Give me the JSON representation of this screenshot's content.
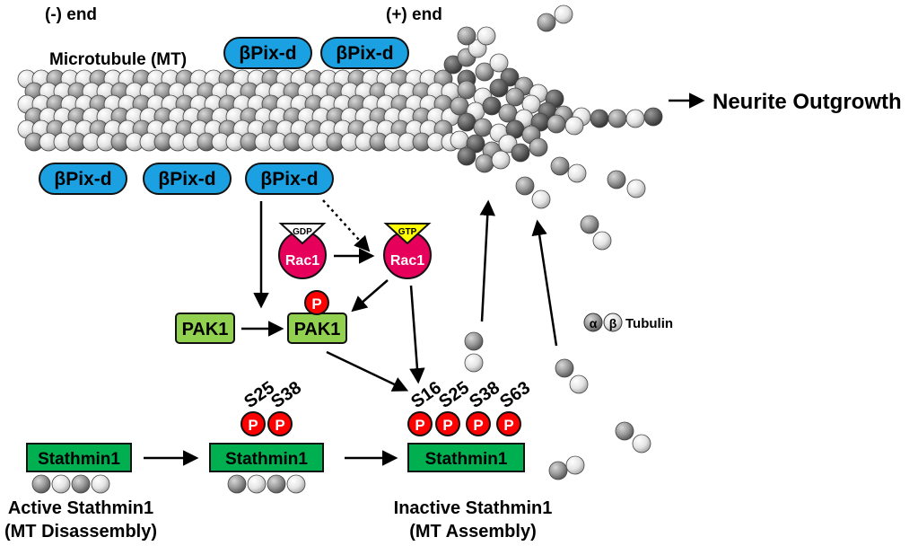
{
  "labels": {
    "minus_end": "(-) end",
    "plus_end": "(+) end",
    "microtubule": "Microtubule (MT)",
    "neurite": "Neurite Outgrowth",
    "tubulin": "Tubulin",
    "alpha": "α",
    "beta": "β",
    "active_line1": "Active Stathmin1",
    "active_line2": "(MT Disassembly)",
    "inactive_line1": "Inactive Stathmin1",
    "inactive_line2": "(MT Assembly)"
  },
  "bpix": {
    "top1": "βPix-d",
    "top2": "βPix-d",
    "bottom1": "βPix-d",
    "bottom2": "βPix-d",
    "bottom3": "βPix-d"
  },
  "rac1": {
    "gdp_label": "GDP",
    "gtp_label": "GTP",
    "name_left": "Rac1",
    "name_right": "Rac1"
  },
  "pak1": {
    "left": "PAK1",
    "right": "PAK1",
    "phospho": "P"
  },
  "stathmin": {
    "left": "Stathmin1",
    "middle": "Stathmin1",
    "right": "Stathmin1",
    "p": "P",
    "mid_sites": [
      "S25",
      "S38"
    ],
    "right_sites": [
      "S16",
      "S25",
      "S38",
      "S63"
    ]
  },
  "colors": {
    "bpix": "#1ba1e2",
    "pak1": "#92d050",
    "stathmin": "#00b050",
    "rac1": "#e6005c",
    "gtp": "#ffff00",
    "phospho": "#ff0000"
  }
}
